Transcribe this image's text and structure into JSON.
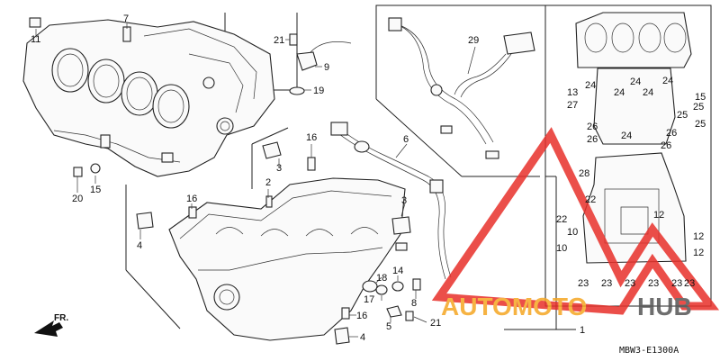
{
  "diagram": {
    "code": "MBW3-E1300A",
    "direction_label": "FR.",
    "watermark": {
      "word1": "AUTOMOTO",
      "word2": "HUB",
      "color_red": "#e8302a",
      "color_orange": "#f5a623",
      "color_gray": "#555555"
    },
    "callouts": [
      {
        "id": "c1",
        "text": "11"
      },
      {
        "id": "c2",
        "text": "7"
      },
      {
        "id": "c3",
        "text": "21"
      },
      {
        "id": "c4",
        "text": "9"
      },
      {
        "id": "c5",
        "text": "19"
      },
      {
        "id": "c6",
        "text": "29"
      },
      {
        "id": "c7",
        "text": "16"
      },
      {
        "id": "c8",
        "text": "6"
      },
      {
        "id": "c9",
        "text": "3"
      },
      {
        "id": "c10",
        "text": "2"
      },
      {
        "id": "c11",
        "text": "16"
      },
      {
        "id": "c12",
        "text": "3"
      },
      {
        "id": "c13",
        "text": "20"
      },
      {
        "id": "c14",
        "text": "15"
      },
      {
        "id": "c15",
        "text": "4"
      },
      {
        "id": "c16",
        "text": "18"
      },
      {
        "id": "c17",
        "text": "14"
      },
      {
        "id": "c18",
        "text": "17"
      },
      {
        "id": "c19",
        "text": "8"
      },
      {
        "id": "c20",
        "text": "16"
      },
      {
        "id": "c21",
        "text": "5"
      },
      {
        "id": "c22",
        "text": "21"
      },
      {
        "id": "c23",
        "text": "4"
      },
      {
        "id": "c24",
        "text": "1"
      },
      {
        "id": "r1",
        "text": "24"
      },
      {
        "id": "r2",
        "text": "24"
      },
      {
        "id": "r3",
        "text": "24"
      },
      {
        "id": "r4",
        "text": "13"
      },
      {
        "id": "r5",
        "text": "24"
      },
      {
        "id": "r6",
        "text": "24"
      },
      {
        "id": "r7",
        "text": "15"
      },
      {
        "id": "r8",
        "text": "27"
      },
      {
        "id": "r9",
        "text": "25"
      },
      {
        "id": "r10",
        "text": "25"
      },
      {
        "id": "r11",
        "text": "25"
      },
      {
        "id": "r12",
        "text": "26"
      },
      {
        "id": "r13",
        "text": "26"
      },
      {
        "id": "r14",
        "text": "24"
      },
      {
        "id": "r15",
        "text": "26"
      },
      {
        "id": "r16",
        "text": "26"
      },
      {
        "id": "r17",
        "text": "28"
      },
      {
        "id": "r18",
        "text": "22"
      },
      {
        "id": "r19",
        "text": "22"
      },
      {
        "id": "r20",
        "text": "12"
      },
      {
        "id": "r21",
        "text": "10"
      },
      {
        "id": "r22",
        "text": "12"
      },
      {
        "id": "r23",
        "text": "10"
      },
      {
        "id": "r24",
        "text": "12"
      },
      {
        "id": "r25",
        "text": "23"
      },
      {
        "id": "r26",
        "text": "23"
      },
      {
        "id": "r27",
        "text": "23"
      },
      {
        "id": "r28",
        "text": "23"
      },
      {
        "id": "r29",
        "text": "23"
      },
      {
        "id": "r30",
        "text": "23"
      }
    ]
  }
}
